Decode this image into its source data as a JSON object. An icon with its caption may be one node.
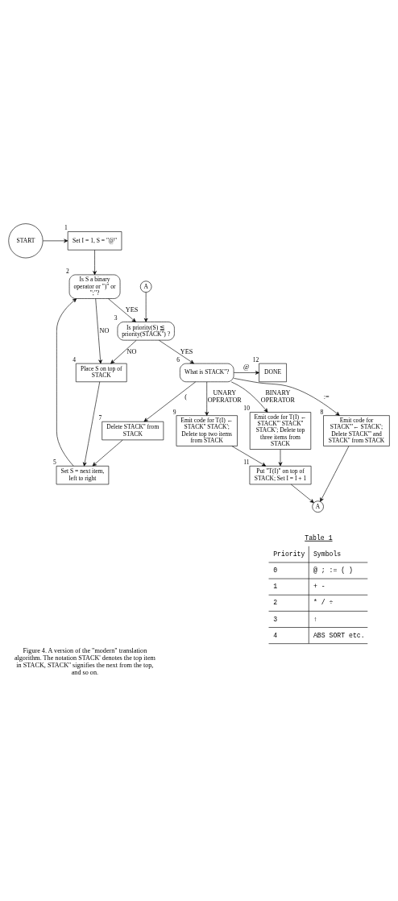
{
  "diagram": {
    "caption": "Figure 4. A version of the \"modern\" translation algorithm. The notation STACK' denotes the top item in STACK, STACK'' signifies the next from the top, and so on.",
    "nodes": [
      {
        "text": [
          "START"
        ]
      },
      {
        "text": [
          "Set I = 1, S = \"@\""
        ],
        "beside": [
          "1"
        ]
      },
      {
        "text": [
          "Is S a binary operator or \")\" or \";\"?"
        ],
        "beside": [
          "2"
        ]
      },
      {
        "text": [
          "A"
        ]
      },
      {
        "text": [
          "Is priority(S) ≦ priority(STACK'') ?"
        ],
        "beside": [
          "3"
        ]
      },
      {
        "text": [
          "Place S on top of STACK"
        ],
        "beside": [
          "4"
        ]
      },
      {
        "text": [
          "Set S = next item, left to right"
        ],
        "beside": [
          "5"
        ]
      },
      {
        "text": [
          "What is STACK''?"
        ],
        "beside": [
          "6"
        ]
      },
      {
        "text": [
          "DONE"
        ],
        "beside": [
          "12"
        ]
      },
      {
        "text": [
          "Delete STACK'' from STACK"
        ],
        "beside": [
          "7"
        ]
      },
      {
        "text": [
          "Emit code for STACK'''← STACK'; Delete STACK''' and STACK'' from STACK"
        ],
        "beside": [
          "8"
        ]
      },
      {
        "text": [
          "Emit code for T(I) ← STACK'' STACK'; Delete top two items from STACK"
        ],
        "beside": [
          "9"
        ]
      },
      {
        "text": [
          "Emit code for T(I) ← STACK''' STACK'' STACK'; Delete top three items from STACK"
        ],
        "beside": [
          "10"
        ]
      },
      {
        "text": [
          "Put \"T(I)\" on top of STACK; Set I = I + 1"
        ],
        "beside": [
          "11"
        ]
      },
      {
        "text": [
          "A"
        ]
      }
    ],
    "edges": [
      {
        "from": 0,
        "to": 1,
        "arrow": "to"
      },
      {
        "from": 1,
        "to": 2,
        "arrow": "to"
      },
      {
        "from": 2,
        "to": 4,
        "arrow": "to",
        "label": "YES"
      },
      {
        "from": 2,
        "to": 5,
        "arrow": "to",
        "label": "NO"
      },
      {
        "from": 3,
        "to": 4,
        "arrow": "to"
      },
      {
        "from": 4,
        "to": 5,
        "arrow": "to",
        "label": "NO"
      },
      {
        "from": 4,
        "to": 7,
        "arrow": "to",
        "label": "YES"
      },
      {
        "from": 5,
        "to": 6,
        "arrow": "to"
      },
      {
        "from": 6,
        "to": 2,
        "arrow": "to"
      },
      {
        "from": 7,
        "to": 8,
        "arrow": "to",
        "label": "@"
      },
      {
        "from": 7,
        "to": 9,
        "arrow": "to",
        "label": "("
      },
      {
        "from": 7,
        "to": 10,
        "arrow": "to",
        "label": ":="
      },
      {
        "from": 7,
        "to": 11,
        "arrow": "to",
        "label": "UNARY OPERATOR"
      },
      {
        "from": 7,
        "to": 12,
        "arrow": "to",
        "label": "BINARY OPERATOR"
      },
      {
        "from": 9,
        "to": 6,
        "arrow": "to"
      },
      {
        "from": 10,
        "to": 14,
        "arrow": "to"
      },
      {
        "from": 11,
        "to": 13,
        "arrow": "to"
      },
      {
        "from": 12,
        "to": 13,
        "arrow": "to"
      },
      {
        "from": 13,
        "to": 14,
        "arrow": "to"
      }
    ],
    "labels": [
      "Table 1",
      "Priority",
      "Symbols",
      "0",
      "@ ; := ( )",
      "1",
      "+ -",
      "2",
      "* / ÷",
      "3",
      "↑",
      "4",
      "ABS SORT etc."
    ]
  }
}
